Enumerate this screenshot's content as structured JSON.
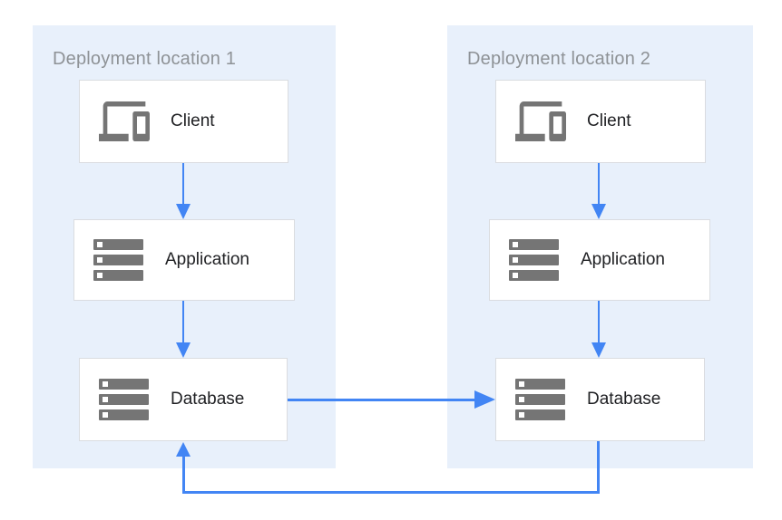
{
  "colors": {
    "container-bg": "#E8F0FB",
    "node-bg": "#FFFFFF",
    "node-border": "#DADCE0",
    "arrow-blue": "#4285F4",
    "icon-gray": "#757575",
    "title-text": "#8E9296",
    "label-text": "#202124"
  },
  "containers": [
    {
      "title": "Deployment location 1",
      "nodes": [
        {
          "label": "Client",
          "icon": "devices-icon"
        },
        {
          "label": "Application",
          "icon": "servers-icon"
        },
        {
          "label": "Database",
          "icon": "servers-icon"
        }
      ]
    },
    {
      "title": "Deployment location 2",
      "nodes": [
        {
          "label": "Client",
          "icon": "devices-icon"
        },
        {
          "label": "Application",
          "icon": "servers-icon"
        },
        {
          "label": "Database",
          "icon": "servers-icon"
        }
      ]
    }
  ],
  "edges": [
    {
      "from": "location1-client",
      "to": "location1-application",
      "style": "arrow-down"
    },
    {
      "from": "location1-application",
      "to": "location1-database",
      "style": "arrow-down"
    },
    {
      "from": "location2-client",
      "to": "location2-application",
      "style": "arrow-down"
    },
    {
      "from": "location2-application",
      "to": "location2-database",
      "style": "arrow-down"
    },
    {
      "from": "location1-database",
      "to": "location2-database",
      "style": "arrow-right"
    },
    {
      "from": "location2-database",
      "to": "location1-database",
      "style": "elbow-bottom-arrow-up"
    }
  ]
}
